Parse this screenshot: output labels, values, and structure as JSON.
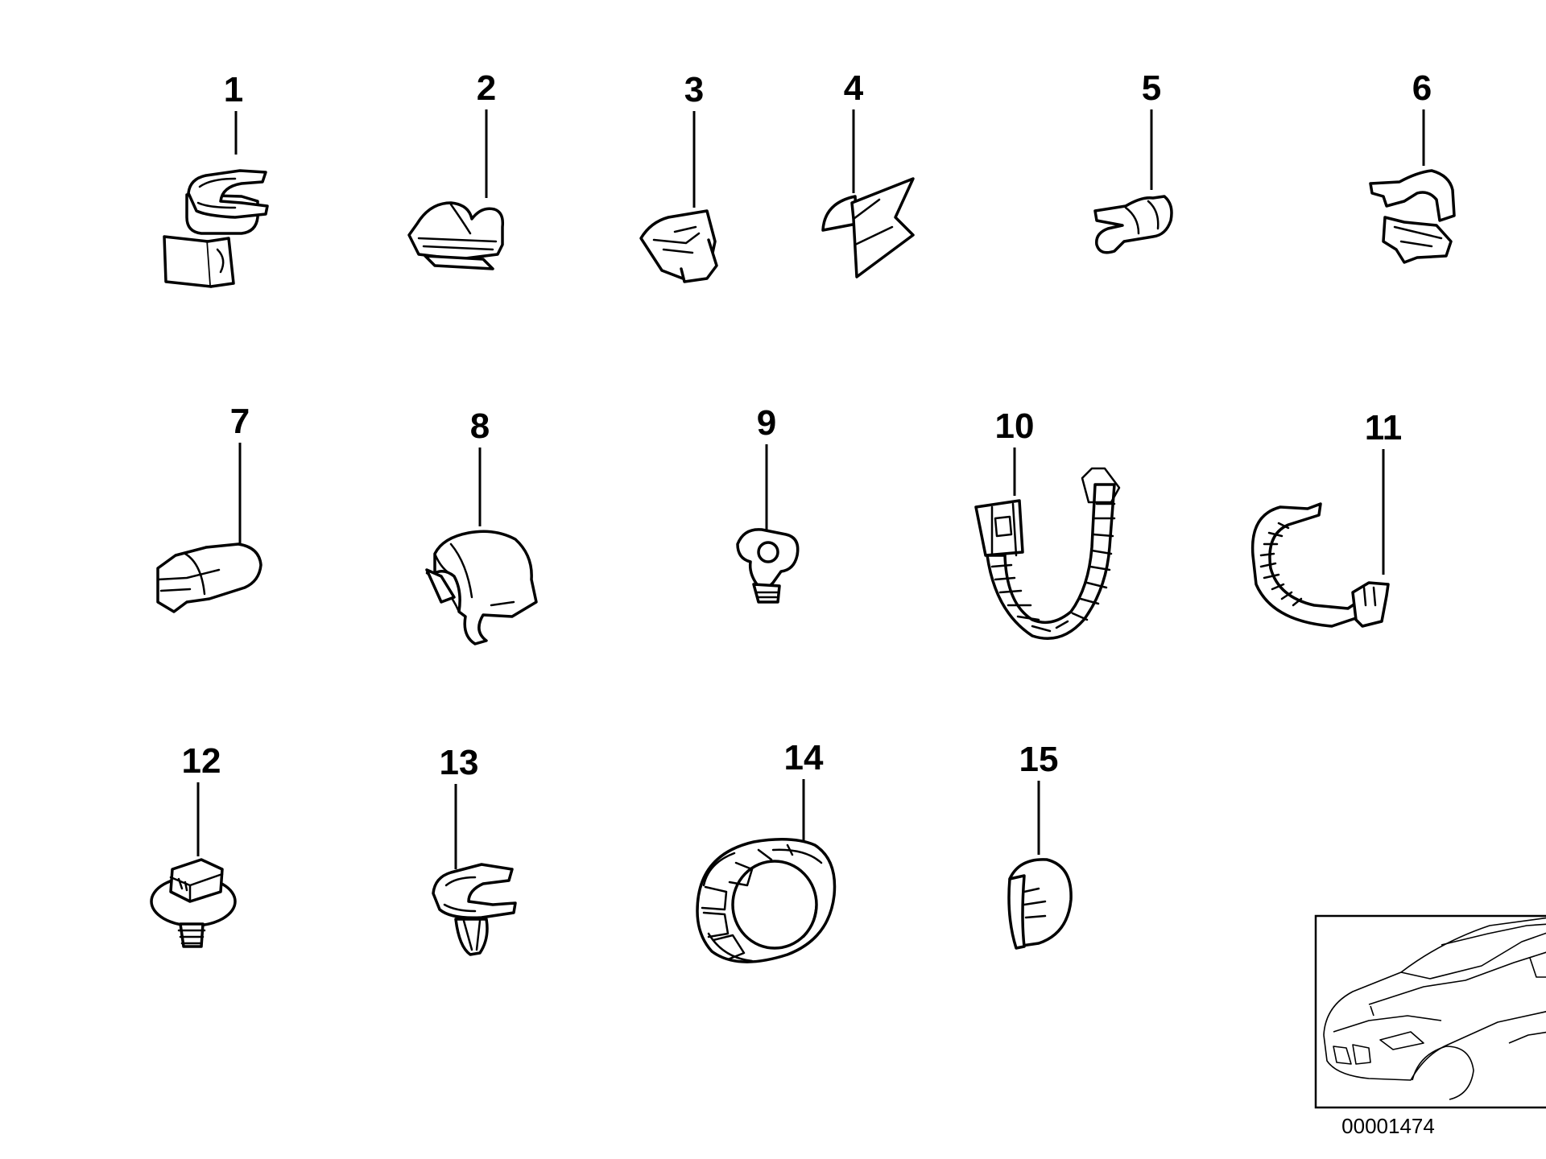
{
  "parts": [
    {
      "number": "1",
      "icon": "cable-holder-clip-with-base-icon"
    },
    {
      "number": "2",
      "icon": "cable-clip-icon"
    },
    {
      "number": "3",
      "icon": "angled-clip-icon"
    },
    {
      "number": "4",
      "icon": "bracket-clip-icon"
    },
    {
      "number": "5",
      "icon": "spring-clip-icon"
    },
    {
      "number": "6",
      "icon": "double-clip-icon"
    },
    {
      "number": "7",
      "icon": "flat-clip-icon"
    },
    {
      "number": "8",
      "icon": "cable-clamp-icon"
    },
    {
      "number": "9",
      "icon": "push-rivet-holder-icon"
    },
    {
      "number": "10",
      "icon": "cable-tie-strap-icon"
    },
    {
      "number": "11",
      "icon": "cable-tie-with-mount-icon"
    },
    {
      "number": "12",
      "icon": "screw-mount-base-icon"
    },
    {
      "number": "13",
      "icon": "push-in-cable-clip-icon"
    },
    {
      "number": "14",
      "icon": "grommet-ring-icon"
    },
    {
      "number": "15",
      "icon": "blanking-plug-icon"
    }
  ],
  "reference_number": "00001474",
  "thumbnail_icon": "car-location-thumbnail-icon"
}
